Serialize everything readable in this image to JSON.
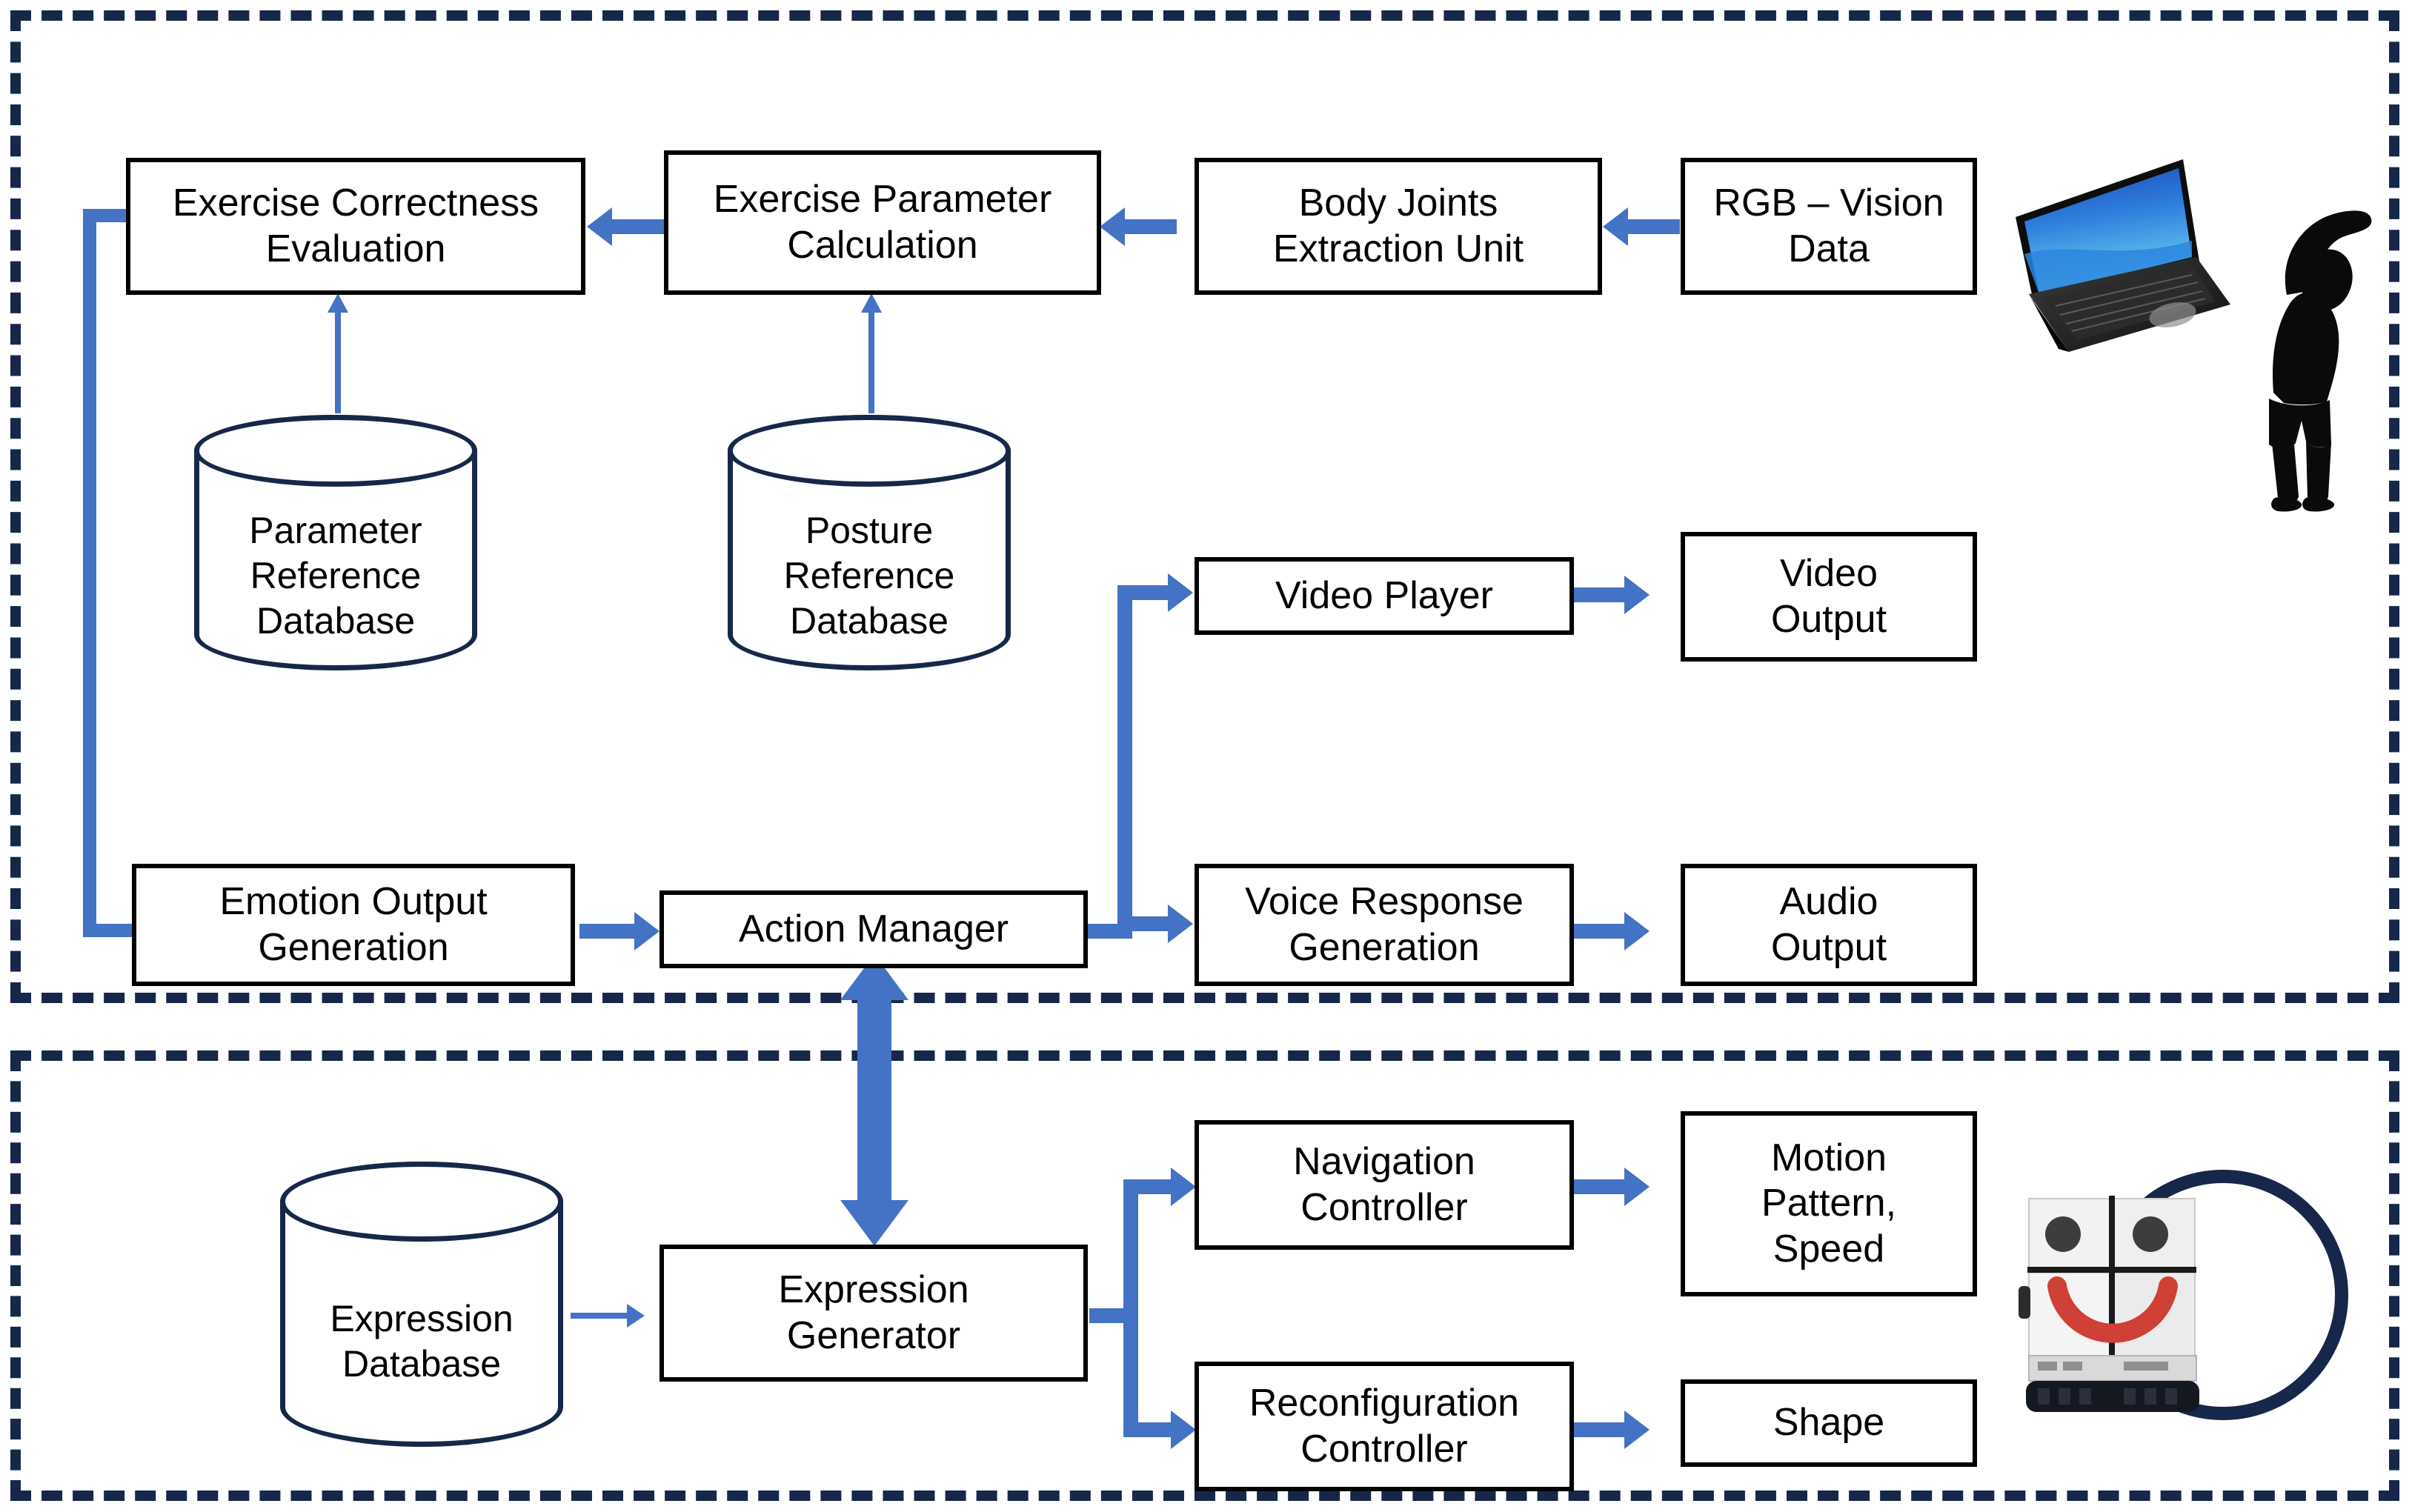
{
  "diagram": {
    "title": "Exercise coaching robot system architecture",
    "colors": {
      "group_border": "#16274a",
      "box_border": "#000000",
      "arrow": "#4472c4",
      "db_outline": "#16274a",
      "robot_smile": "#cf4037"
    },
    "groups": [
      {
        "id": "upper-group",
        "name": "upper-subsystem"
      },
      {
        "id": "lower-group",
        "name": "lower-subsystem"
      }
    ],
    "boxes": [
      {
        "id": "exercise-correctness-evaluation",
        "label": "Exercise Correctness\nEvaluation"
      },
      {
        "id": "exercise-parameter-calculation",
        "label": "Exercise Parameter\nCalculation"
      },
      {
        "id": "body-joints-extraction-unit",
        "label": "Body Joints\nExtraction Unit"
      },
      {
        "id": "rgb-vision-data",
        "label": "RGB – Vision\nData"
      },
      {
        "id": "video-player",
        "label": "Video Player"
      },
      {
        "id": "video-output",
        "label": "Video\nOutput"
      },
      {
        "id": "emotion-output-generation",
        "label": "Emotion Output\nGeneration"
      },
      {
        "id": "action-manager",
        "label": "Action Manager"
      },
      {
        "id": "voice-response-generation",
        "label": "Voice Response\nGeneration"
      },
      {
        "id": "audio-output",
        "label": "Audio\nOutput"
      },
      {
        "id": "expression-generator",
        "label": "Expression\nGenerator"
      },
      {
        "id": "navigation-controller",
        "label": "Navigation\nController"
      },
      {
        "id": "motion-pattern-speed",
        "label": "Motion\nPattern,\nSpeed"
      },
      {
        "id": "reconfiguration-controller",
        "label": "Reconfiguration\nController"
      },
      {
        "id": "shape",
        "label": "Shape"
      }
    ],
    "databases": [
      {
        "id": "parameter-reference-database",
        "label": "Parameter\nReference\nDatabase"
      },
      {
        "id": "posture-reference-database",
        "label": "Posture\nReference\nDatabase"
      },
      {
        "id": "expression-database",
        "label": "Expression\nDatabase"
      }
    ],
    "images": [
      {
        "id": "laptop-image",
        "name": "laptop-icon"
      },
      {
        "id": "person-exercising-image",
        "name": "person-exercising-silhouette"
      },
      {
        "id": "modular-robot-image",
        "name": "modular-robot-photo"
      }
    ],
    "flows": [
      {
        "from": "rgb-vision-data",
        "to": "body-joints-extraction-unit"
      },
      {
        "from": "body-joints-extraction-unit",
        "to": "exercise-parameter-calculation"
      },
      {
        "from": "exercise-parameter-calculation",
        "to": "exercise-correctness-evaluation"
      },
      {
        "from": "posture-reference-database",
        "to": "exercise-parameter-calculation"
      },
      {
        "from": "parameter-reference-database",
        "to": "exercise-correctness-evaluation"
      },
      {
        "from": "exercise-correctness-evaluation",
        "to": "emotion-output-generation"
      },
      {
        "from": "emotion-output-generation",
        "to": "action-manager"
      },
      {
        "from": "action-manager",
        "to": "video-player"
      },
      {
        "from": "action-manager",
        "to": "voice-response-generation"
      },
      {
        "from": "video-player",
        "to": "video-output"
      },
      {
        "from": "voice-response-generation",
        "to": "audio-output"
      },
      {
        "from": "action-manager",
        "to": "expression-generator",
        "bidirectional": true
      },
      {
        "from": "expression-database",
        "to": "expression-generator"
      },
      {
        "from": "expression-generator",
        "to": "navigation-controller"
      },
      {
        "from": "expression-generator",
        "to": "reconfiguration-controller"
      },
      {
        "from": "navigation-controller",
        "to": "motion-pattern-speed"
      },
      {
        "from": "reconfiguration-controller",
        "to": "shape"
      }
    ]
  }
}
